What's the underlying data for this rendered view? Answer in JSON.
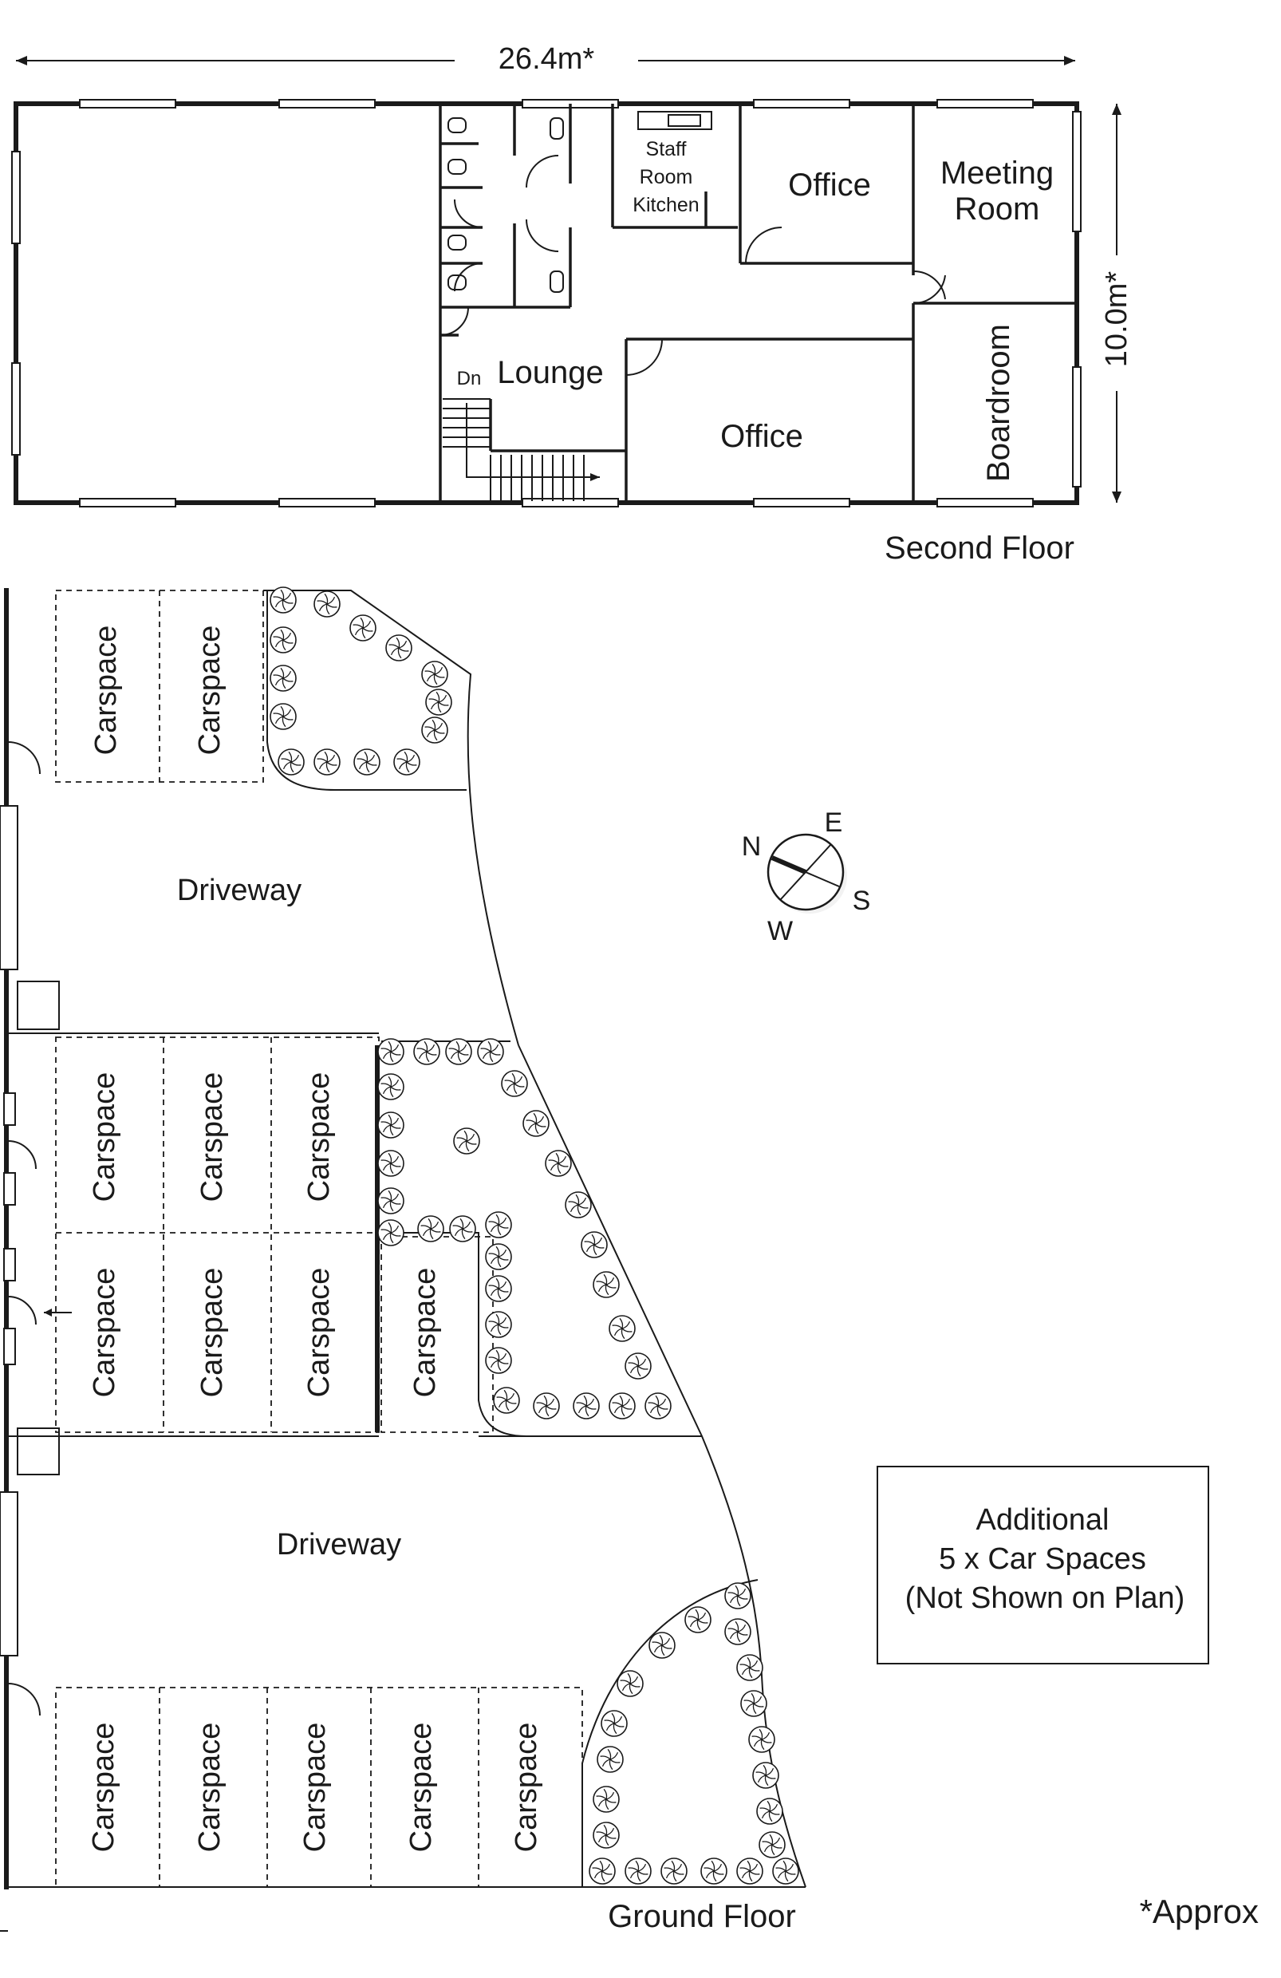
{
  "second_floor": {
    "width_dim": "26.4m*",
    "depth_dim": "10.0m*",
    "caption": "Second Floor",
    "rooms": {
      "staff_room_line1": "Staff",
      "staff_room_line2": "Room",
      "staff_room_line3": "Kitchen",
      "office_upper": "Office",
      "meeting_room_line1": "Meeting",
      "meeting_room_line2": "Room",
      "boardroom": "Boardroom",
      "lounge": "Lounge",
      "stairs_down": "Dn",
      "office_lower": "Office"
    }
  },
  "ground_floor": {
    "caption": "Ground Floor",
    "carspace_label": "Carspace",
    "driveway_label": "Driveway",
    "carspaces_top": [
      "Carspace",
      "Carspace"
    ],
    "carspaces_middle_upper": [
      "Carspace",
      "Carspace",
      "Carspace"
    ],
    "carspaces_middle_lower": [
      "Carspace",
      "Carspace",
      "Carspace",
      "Carspace"
    ],
    "carspaces_bottom": [
      "Carspace",
      "Carspace",
      "Carspace",
      "Carspace",
      "Carspace"
    ],
    "driveway_upper": "Driveway",
    "driveway_lower": "Driveway"
  },
  "compass": {
    "n": "N",
    "e": "E",
    "s": "S",
    "w": "W"
  },
  "note_box": {
    "line1": "Additional",
    "line2": "5 x Car Spaces",
    "line3": "(Not Shown on Plan)"
  },
  "footnote": "*Approx"
}
